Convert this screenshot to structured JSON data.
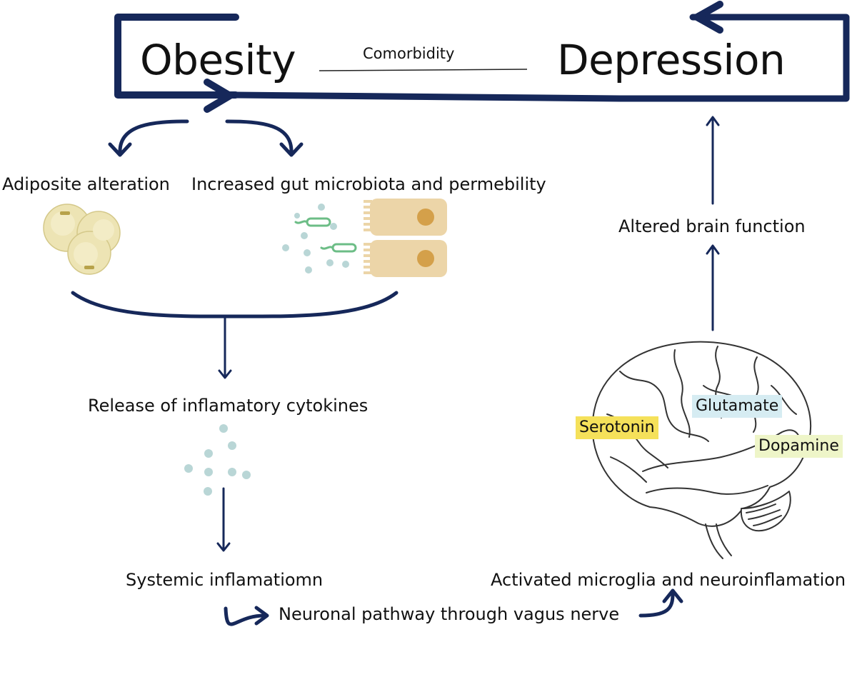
{
  "header": {
    "left_term": "Obesity",
    "right_term": "Depression",
    "link_label": "Comorbidity"
  },
  "obesity_branch": {
    "adipose_label": "Adiposite alteration",
    "gut_label": "Increased gut microbiota and permebility",
    "cytokine_label": "Release of inflamatory cytokines",
    "systemic_label": "Systemic inflamatiomn",
    "vagus_label": "Neuronal pathway through vagus nerve"
  },
  "brain_branch": {
    "microglia_label": "Activated microglia and neuroinflamation",
    "brain_function_label": "Altered brain function",
    "neurotransmitters": [
      {
        "name": "Serotonin",
        "color": "#f5e15a"
      },
      {
        "name": "Glutamate",
        "color": "#d6ecf2"
      },
      {
        "name": "Dopamine",
        "color": "#eef5c8"
      }
    ]
  },
  "colors": {
    "arrow": "#16285a",
    "fat_cell": "#ede4b4",
    "gut_cell": "#ecd5a8",
    "nucleus": "#d4a04a",
    "bacteria": "#6cbd86",
    "cytokine": "#b9d6d6"
  }
}
